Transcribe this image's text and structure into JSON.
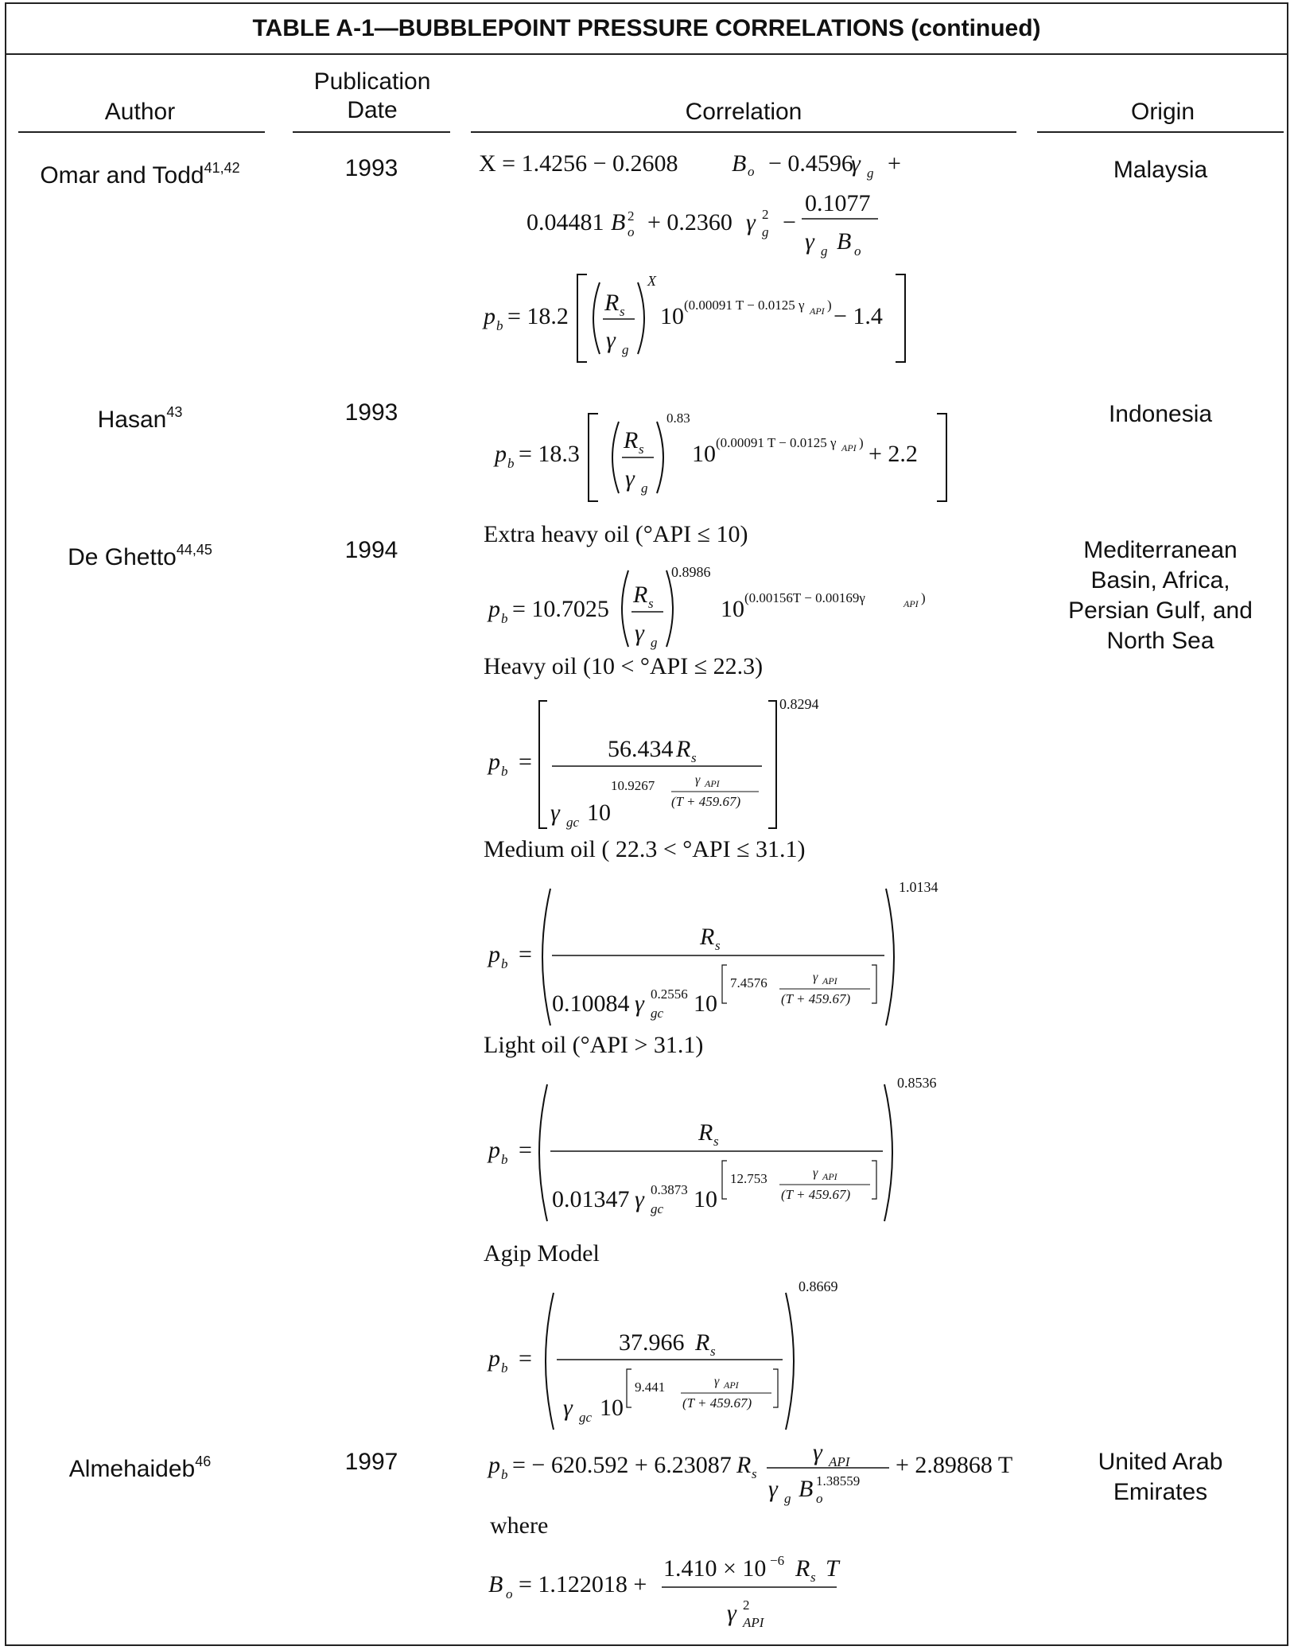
{
  "table": {
    "title": "TABLE A-1—BUBBLEPOINT PRESSURE CORRELATIONS (continued)",
    "headers": {
      "author": "Author",
      "pub_line1": "Publication",
      "pub_line2": "Date",
      "correlation": "Correlation",
      "origin": "Origin"
    },
    "rows": [
      {
        "author": "Omar and Todd",
        "refs": "41,42",
        "year": "1993",
        "origin": "Malaysia"
      },
      {
        "author": "Hasan",
        "refs": "43",
        "year": "1993",
        "origin": "Indonesia"
      },
      {
        "author": "De Ghetto",
        "refs": "44,45",
        "year": "1994",
        "origin_lines": [
          "Mediterranean",
          "Basin, Africa,",
          "Persian Gulf, and",
          "North Sea"
        ]
      },
      {
        "author": "Almehaideb",
        "refs": "46",
        "year": "1997",
        "origin_lines": [
          "United Arab",
          "Emirates"
        ]
      }
    ]
  },
  "equations": {
    "omar_x1": {
      "lhs": "X = 1.4256 − 0.2608",
      "bo": "B",
      "t2": "− 0.4596",
      "tail": "+"
    },
    "omar_x2": {
      "a": "0.04481",
      "b": "+ 0.2360",
      "c": "−",
      "num": "0.1077"
    },
    "omar_pb": {
      "lhs": "= 18.2",
      "exp_x": "X",
      "ten": "10",
      "exp": "(0.00091 T − 0.0125 γ",
      "exp_api": "API",
      "tail": "− 1.4"
    },
    "hasan_pb": {
      "lhs": "= 18.3",
      "exp": "0.83",
      "ten": "10",
      "exp2": "(0.00091 T − 0.0125 γ",
      "tail": "+ 2.2"
    },
    "dg_extra": {
      "label": "Extra heavy oil (°API ≤ 10)",
      "lhs": "= 10.7025",
      "exp": "0.8986",
      "ten": "10",
      "exp2": "(0.00156T − 0.00169γ"
    },
    "dg_heavy": {
      "label": "Heavy oil (10 < °API ≤ 22.3)",
      "exp": "0.8294",
      "num": "56.434",
      "ten": "10",
      "c1": "10.9267",
      "den": "(T + 459.67)"
    },
    "dg_medium": {
      "label": "Medium oil ( 22.3 < °API ≤ 31.1)",
      "exp": "1.0134",
      "a": "0.10084",
      "pw": "0.2556",
      "ten": "10",
      "c1": "7.4576",
      "den": "(T + 459.67)"
    },
    "dg_light": {
      "label": "Light oil (°API > 31.1)",
      "exp": "0.8536",
      "a": "0.01347",
      "pw": "0.3873",
      "ten": "10",
      "c1": "12.753",
      "den": "(T + 459.67)"
    },
    "dg_agip": {
      "label": "Agip Model",
      "exp": "0.8669",
      "num": "37.966",
      "ten": "10",
      "c1": "9.441",
      "den": "(T + 459.67)"
    },
    "alm_pb": {
      "lhs": "= − 620.592 + 6.23087",
      "pw": "1.38559",
      "tail": "+ 2.89868 T"
    },
    "alm_where": "where",
    "alm_bo": {
      "lhs": "= 1.122018  +",
      "num": "1.410 × 10",
      "neg": "−6"
    }
  }
}
